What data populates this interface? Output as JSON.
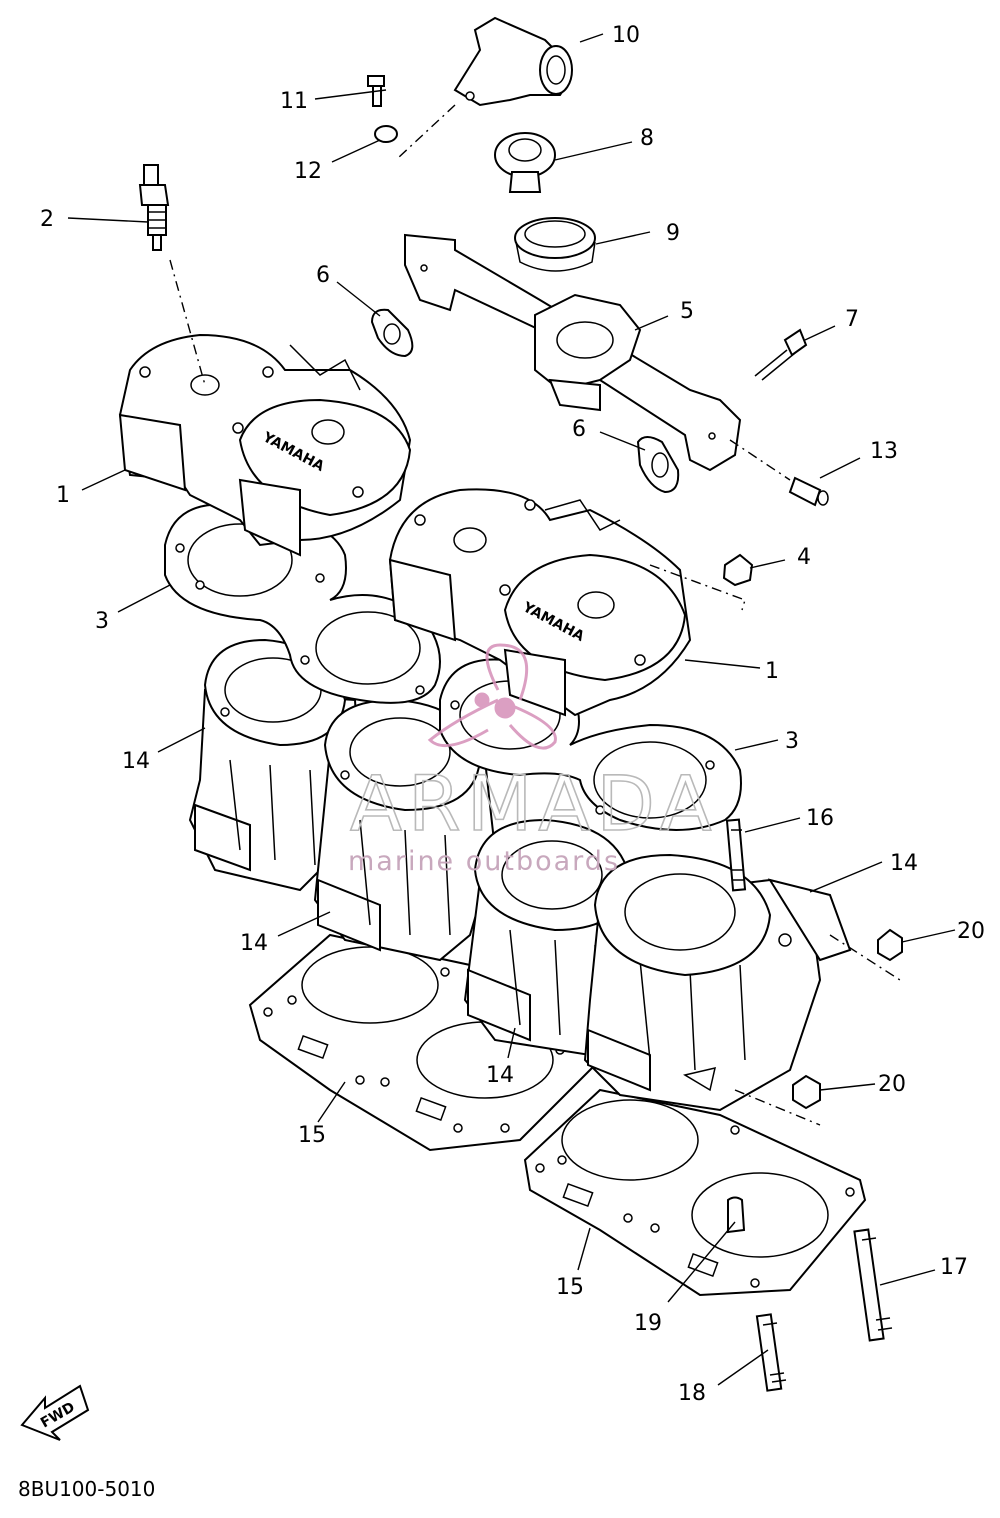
{
  "diagram_code": "8BU100-5010",
  "fwd_label": "FWD",
  "watermark": {
    "brand": "ARMADA",
    "tagline": "marine outboards"
  },
  "head_logo_text": "YAMAHA",
  "callouts": {
    "c1a": "1",
    "c1b": "1",
    "c2": "2",
    "c3a": "3",
    "c3b": "3",
    "c4": "4",
    "c5": "5",
    "c6a": "6",
    "c6b": "6",
    "c7": "7",
    "c8": "8",
    "c9": "9",
    "c10": "10",
    "c11": "11",
    "c12": "12",
    "c13": "13",
    "c14a": "14",
    "c14b": "14",
    "c14c": "14",
    "c14d": "14",
    "c15a": "15",
    "c15b": "15",
    "c16": "16",
    "c17": "17",
    "c18": "18",
    "c19": "19",
    "c20a": "20",
    "c20b": "20"
  },
  "colors": {
    "line": "#000000",
    "watermark_logo": "#d58fb8",
    "watermark_text": "#b9b9b9"
  }
}
